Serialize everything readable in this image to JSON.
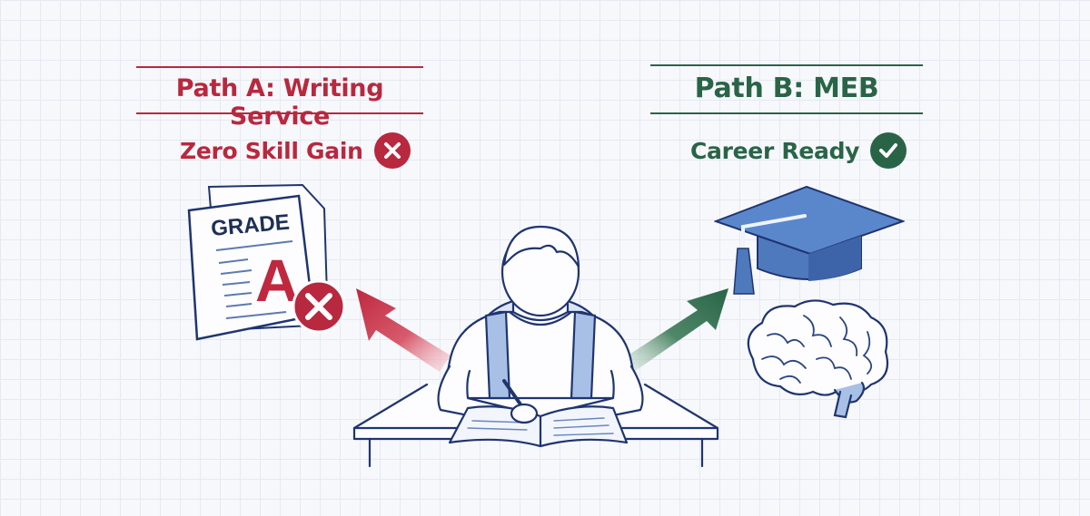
{
  "colors": {
    "path_a": "#b8283e",
    "path_b": "#2a6447",
    "line_art": "#1f3570",
    "accent_blue": "#4a78c2",
    "background": "#f7f8fc"
  },
  "path_a": {
    "title": "Path A: Writing Service",
    "outcome": "Zero Skill Gain",
    "outcome_icon": "x-circle-icon",
    "illustration": {
      "label": "GRADE",
      "grade": "A",
      "icon": "graded-paper-icon"
    },
    "arrow": "red-arrow-up-left"
  },
  "path_b": {
    "title": "Path B: MEB",
    "outcome": "Career Ready",
    "outcome_icon": "check-circle-icon",
    "illustration": {
      "icons": [
        "graduation-cap-icon",
        "brain-icon"
      ]
    },
    "arrow": "green-arrow-up-right"
  },
  "center": {
    "illustration": "student-writing-at-desk"
  }
}
